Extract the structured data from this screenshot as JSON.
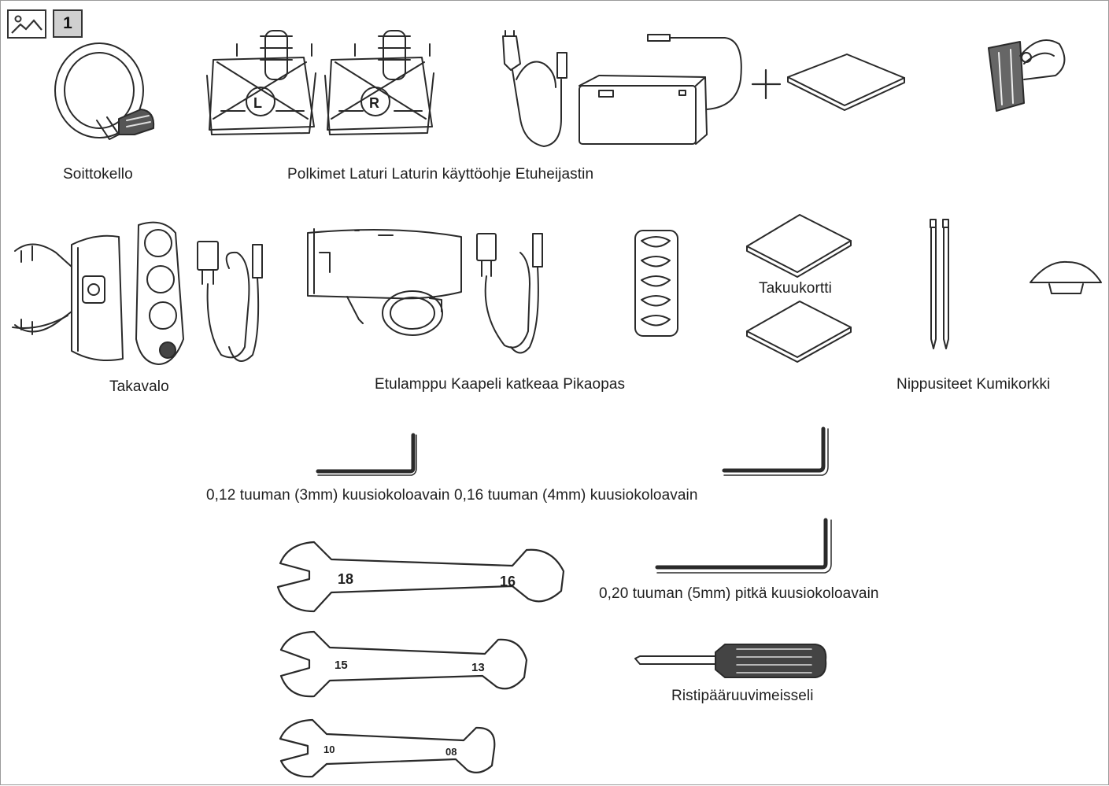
{
  "header": {
    "figure_icon": "image-icon",
    "figure_number": "1"
  },
  "labels": {
    "bell": "Soittokello",
    "row1_group": "Polkimet Laturi Laturin käyttöohje Etuheijastin",
    "rear_light": "Takavalo",
    "row2_group": "Etulamppu Kaapeli katkeaa Pikaopas",
    "warranty_card": "Takuukortti",
    "ties_cap": "Nippusiteet Kumikorkki",
    "hex_keys_small": "0,12 tuuman (3mm) kuusiokoloavain 0,16 tuuman (4mm) kuusiokoloavain",
    "hex_key_long": "0,20 tuuman (5mm) pitkä kuusiokoloavain",
    "screwdriver": "Ristipääruuvimeisseli"
  },
  "pedals": {
    "left_mark": "L",
    "right_mark": "R"
  },
  "wrenches": [
    {
      "left": "18",
      "right": "16"
    },
    {
      "left": "15",
      "right": "13"
    },
    {
      "left": "10",
      "right": "08"
    }
  ]
}
